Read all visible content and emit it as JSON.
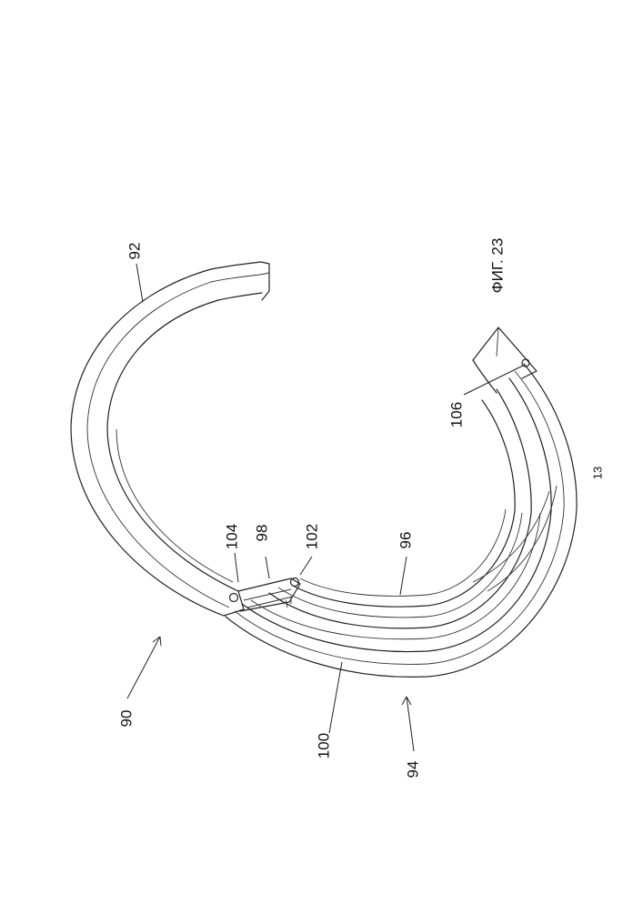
{
  "figure": {
    "caption": "ФИГ. 23",
    "page_number": "13",
    "labels": {
      "ref_90": "90",
      "ref_92": "92",
      "ref_94": "94",
      "ref_96": "96",
      "ref_98": "98",
      "ref_100": "100",
      "ref_102": "102",
      "ref_104": "104",
      "ref_106": "106"
    }
  }
}
